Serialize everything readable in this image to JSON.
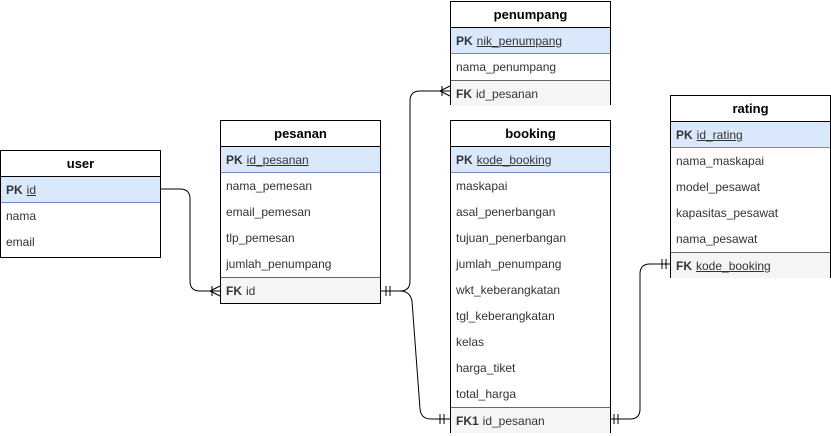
{
  "entities": {
    "user": {
      "title": "user",
      "pk_label": "PK",
      "pk_field": "id",
      "fields": [
        "nama",
        "email"
      ]
    },
    "pesanan": {
      "title": "pesanan",
      "pk_label": "PK",
      "pk_field": "id_pesanan",
      "fields": [
        "nama_pemesan",
        "email_pemesan",
        "tlp_pemesan",
        "jumlah_penumpang"
      ],
      "fk_label": "FK",
      "fk_field": "id"
    },
    "penumpang": {
      "title": "penumpang",
      "pk_label": "PK",
      "pk_field": "nik_penumpang",
      "fields": [
        "nama_penumpang"
      ],
      "fk_label": "FK",
      "fk_field": "id_pesanan"
    },
    "booking": {
      "title": "booking",
      "pk_label": "PK",
      "pk_field": "kode_booking",
      "fields": [
        "maskapai",
        "asal_penerbangan",
        "tujuan_penerbangan",
        "jumlah_penumpang",
        "wkt_keberangkatan",
        "tgl_keberangkatan",
        "kelas",
        "harga_tiket",
        "total_harga"
      ],
      "fk_label": "FK1",
      "fk_field": "id_pesanan"
    },
    "rating": {
      "title": "rating",
      "pk_label": "PK",
      "pk_field": "id_rating",
      "fields": [
        "nama_maskapai",
        "model_pesawat",
        "kapasitas_pesawat",
        "nama_pesawat"
      ],
      "fk_label": "FK",
      "fk_field": "kode_booking"
    }
  },
  "colors": {
    "pk_fill": "#dae8fc",
    "pk_border": "#6c8ebf",
    "fk_fill": "#f5f5f5",
    "line": "#000000"
  }
}
